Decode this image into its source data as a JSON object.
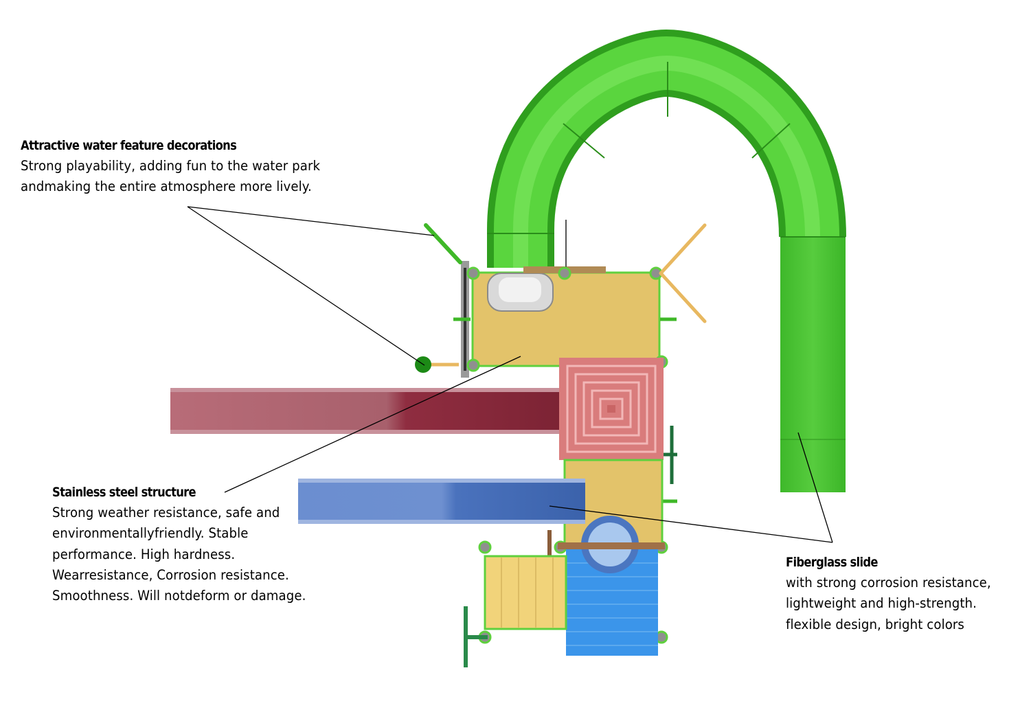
{
  "callouts": {
    "water_feature": {
      "title": "Attractive water feature decorations",
      "lines": [
        "Strong playability, adding fun to the water park",
        "andmaking the entire atmosphere more lively."
      ]
    },
    "steel_structure": {
      "title": "Stainless steel structure",
      "lines": [
        "Strong weather resistance, safe and",
        "environmentallyfriendly. Stable",
        "performance. High hardness.",
        "Wearresistance, Corrosion resistance.",
        "Smoothness. Will notdeform or damage."
      ]
    },
    "fiberglass_slide": {
      "title": "Fiberglass slide",
      "lines": [
        "with strong corrosion resistance,",
        "lightweight and high-strength.",
        "flexible design, bright colors"
      ]
    }
  },
  "colors": {
    "slide_green": "#44c42a",
    "deck_yellow": "#e3c36a",
    "red_slide": "#b0445a",
    "blue_slide": "#5b82c8",
    "roof_pink": "#e28c8c",
    "stairs_blue": "#3b95ea",
    "ramp_yellow": "#f1d37a",
    "leader_line": "#000000"
  }
}
